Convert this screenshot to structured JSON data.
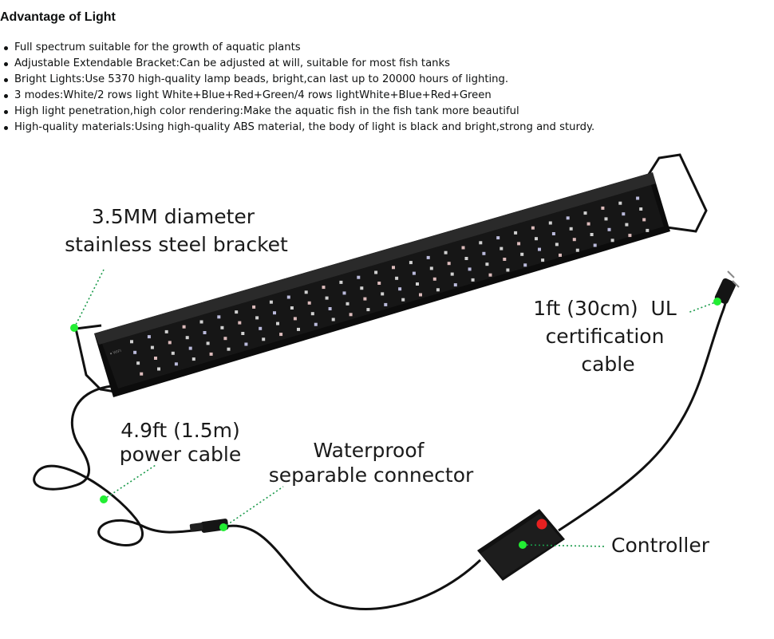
{
  "heading": "Advantage of Light",
  "features": [
    "Full spectrum suitable for the growth of aquatic plants",
    "Adjustable Extendable Bracket:Can be adjusted at will, suitable for most fish tanks",
    "Bright Lights:Use 5370 high-quality lamp beads, bright,can last up to 20000 hours of lighting.",
    "3 modes:White/2 rows light White+Blue+Red+Green/4 rows lightWhite+Blue+Red+Green",
    "High light penetration,high color rendering:Make the aquatic fish in the fish tank more beautiful",
    "High-quality materials:Using high-quality ABS material, the body of light is black and bright,strong and sturdy."
  ],
  "callouts": {
    "bracket": [
      "3.5MM diameter",
      "stainless steel bracket"
    ],
    "ul_cable": [
      "1ft (30cm)  UL",
      "certification",
      "cable"
    ],
    "power_cable": [
      "4.9ft (1.5m)",
      "power cable"
    ],
    "connector": [
      "Waterproof",
      "separable connector"
    ],
    "controller": "Controller"
  },
  "colors": {
    "marker_dot": "#22ee33",
    "marker_line": "#1a9a4a",
    "controller_button": "#e62020",
    "light_body": "#0c0c0c"
  }
}
